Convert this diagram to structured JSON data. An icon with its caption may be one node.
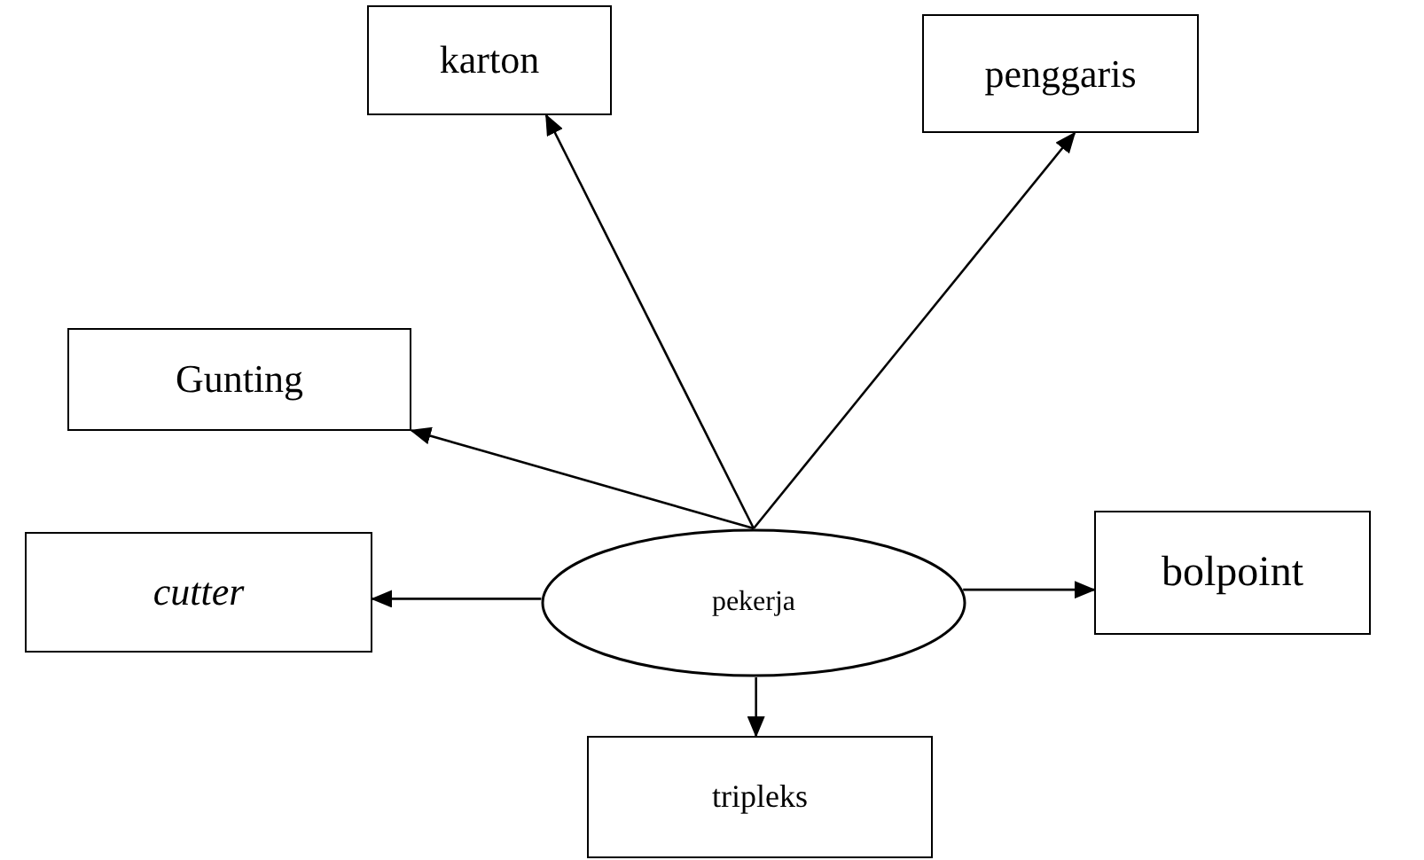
{
  "diagram": {
    "nodes": [
      {
        "text": [
          "karton"
        ]
      },
      {
        "text": [
          "penggaris"
        ]
      },
      {
        "text": [
          "Gunting"
        ]
      },
      {
        "text": [
          "cutter"
        ]
      },
      {
        "text": [
          "pekerja"
        ]
      },
      {
        "text": [
          "bolpoint"
        ]
      },
      {
        "text": [
          "tripleks"
        ]
      }
    ],
    "edges": [
      {
        "from": 4,
        "to": 0,
        "arrow": "to"
      },
      {
        "from": 4,
        "to": 1,
        "arrow": "to"
      },
      {
        "from": 4,
        "to": 2,
        "arrow": "to"
      },
      {
        "from": 4,
        "to": 3,
        "arrow": "to"
      },
      {
        "from": 4,
        "to": 5,
        "arrow": "to"
      },
      {
        "from": 4,
        "to": 6,
        "arrow": "to"
      }
    ]
  }
}
